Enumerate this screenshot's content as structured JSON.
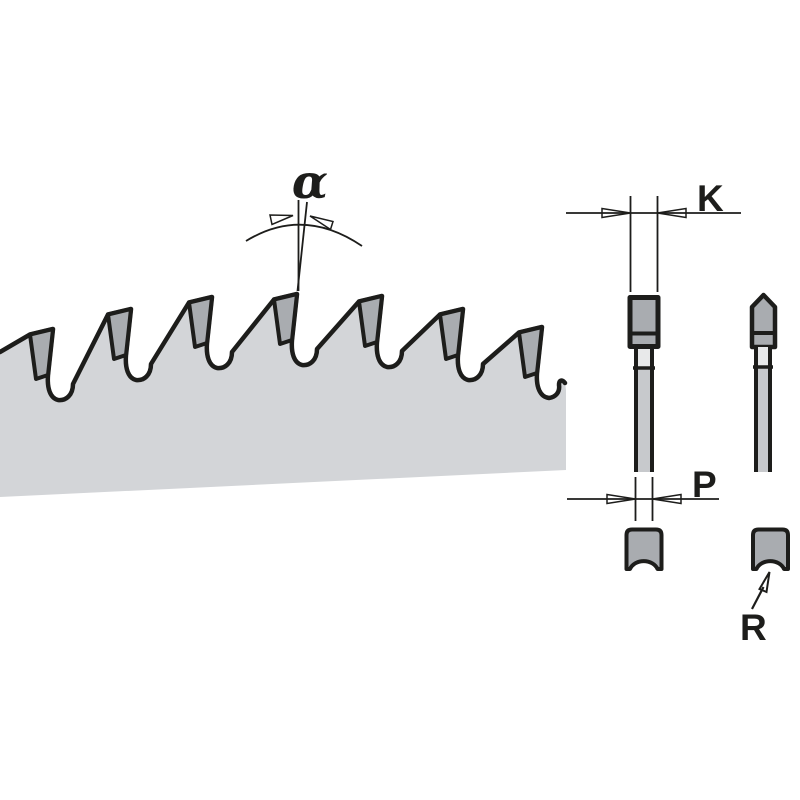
{
  "diagram": {
    "labels": {
      "hook_angle": "α",
      "kerf": "K",
      "plate": "P",
      "radius": "R"
    },
    "colors": {
      "outline": "#1d1d1b",
      "blade_body": "#d3d5d8",
      "carbide": "#a9acb0",
      "stem_upper": "#e8e9ea",
      "stem_lower": "#c7c9cc",
      "background": "#ffffff"
    }
  }
}
